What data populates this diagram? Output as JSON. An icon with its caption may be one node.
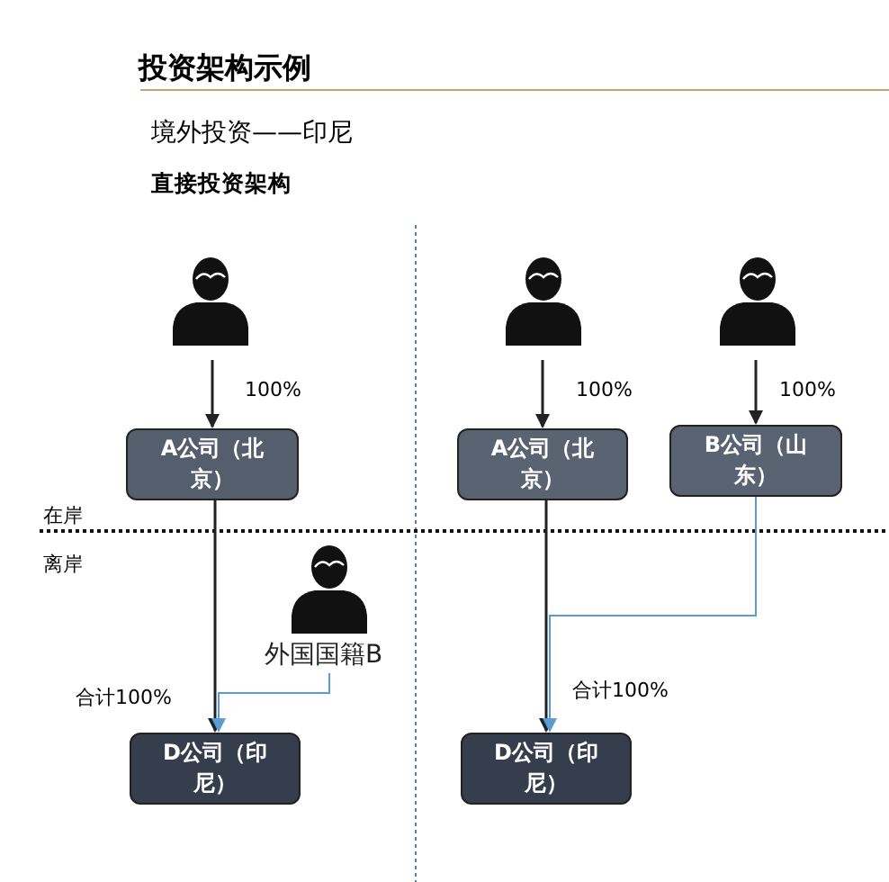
{
  "diagram": {
    "title": "投资架构示例",
    "nodes": [
      {
        "text": [],
        "shape": "person"
      },
      {
        "text": [
          "A公司（北京）"
        ]
      },
      {
        "text": [
          "外国国籍B"
        ]
      },
      {
        "text": [
          "D公司（印尼）"
        ]
      },
      {
        "text": [],
        "shape": "person"
      },
      {
        "text": [],
        "shape": "person"
      },
      {
        "text": [
          "A公司（北京）"
        ]
      },
      {
        "text": [
          "B公司（山东）"
        ]
      },
      {
        "text": [
          "D公司（印尼）"
        ]
      }
    ],
    "edges": [
      {
        "from": 0,
        "to": 1,
        "arrow": "to",
        "label": "100%"
      },
      {
        "from": 1,
        "to": 3,
        "arrow": "to",
        "label": "合计100%"
      },
      {
        "from": 2,
        "to": 3,
        "arrow": "to",
        "color": "#5b9bd5"
      },
      {
        "from": 4,
        "to": 6,
        "arrow": "to",
        "label": "100%"
      },
      {
        "from": 5,
        "to": 7,
        "arrow": "to",
        "label": "100%"
      },
      {
        "from": 6,
        "to": 8,
        "arrow": "to",
        "label": "合计100%"
      },
      {
        "from": 7,
        "to": 8,
        "arrow": "to",
        "color": "#5b9bd5"
      }
    ],
    "labels": [
      "境外投资——印尼",
      "直接投资架构",
      "在岸",
      "离岸"
    ]
  }
}
